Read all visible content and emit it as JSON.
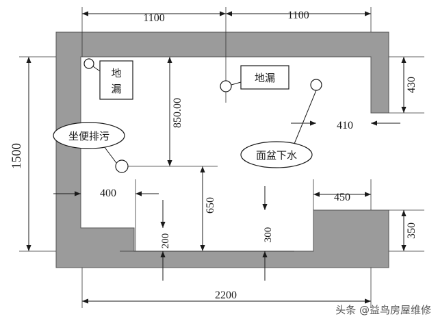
{
  "colors": {
    "wall": "#9b9b9b",
    "ink": "#1a1a1a",
    "background": "#ffffff"
  },
  "dimensions": {
    "top_left": "1100",
    "top_right": "1100",
    "left_height": "1500",
    "right_430": "430",
    "right_350": "350",
    "bottom_width": "2200",
    "niche_410": "410",
    "floor_450": "450",
    "step_400": "400",
    "drain_850": "850.00",
    "toilet_650": "650",
    "toilet_200": "200",
    "basin_300": "300"
  },
  "labels": {
    "floor_drain_1_a": "地",
    "floor_drain_1_b": "漏",
    "floor_drain_2": "地漏",
    "toilet_drain": "坐便排污",
    "basin_drain": "面盆下水"
  },
  "watermark": "头条 @益鸟房屋维修"
}
